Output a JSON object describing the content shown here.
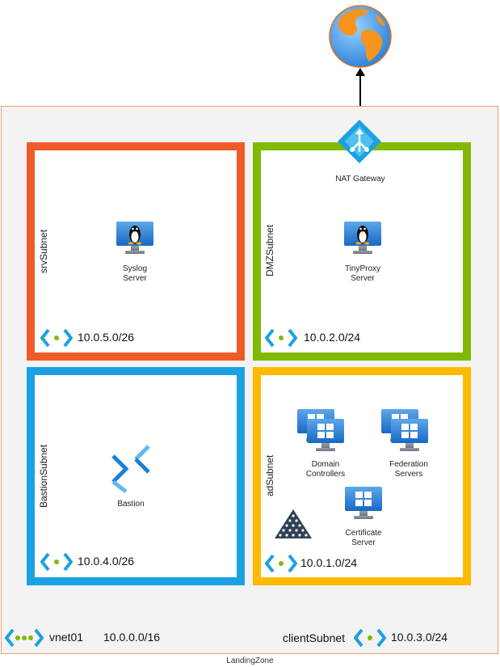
{
  "landing_zone": {
    "name": "LandingZone"
  },
  "vnet": {
    "name": "vnet01",
    "cidr": "10.0.0.0/16"
  },
  "subnets": {
    "srv": {
      "name": "srvSubnet",
      "cidr": "10.0.5.0/26",
      "color": "#f05a28"
    },
    "dmz": {
      "name": "DMZSubnet",
      "cidr": "10.0.2.0/24",
      "color": "#7fba00"
    },
    "bastion": {
      "name": "BastionSubnet",
      "cidr": "10.0.4.0/26",
      "color": "#1ba1e2"
    },
    "ad": {
      "name": "adSubnet",
      "cidr": "10.0.1.0/24",
      "color": "#ffb900"
    },
    "client": {
      "name": "clientSubnet",
      "cidr": "10.0.3.0/24"
    }
  },
  "nodes": {
    "syslog": {
      "line1": "Syslog",
      "line2": "Server",
      "icon": "linux-vm-icon"
    },
    "tinyproxy": {
      "line1": "TinyProxy",
      "line2": "Server",
      "icon": "linux-vm-icon"
    },
    "nat": {
      "label": "NAT Gateway",
      "icon": "nat-gateway-icon"
    },
    "bastion": {
      "label": "Bastion",
      "icon": "bastion-icon"
    },
    "dc": {
      "line1": "Domain",
      "line2": "Controllers",
      "icon": "windows-vm-stack-icon"
    },
    "fed": {
      "line1": "Federation",
      "line2": "Servers",
      "icon": "windows-vm-stack-icon"
    },
    "cert": {
      "line1": "Certificate",
      "line2": "Server",
      "icon": "windows-vm-icon"
    },
    "pyramid": {
      "icon": "pyramid-icon"
    },
    "internet": {
      "icon": "globe-icon"
    }
  }
}
